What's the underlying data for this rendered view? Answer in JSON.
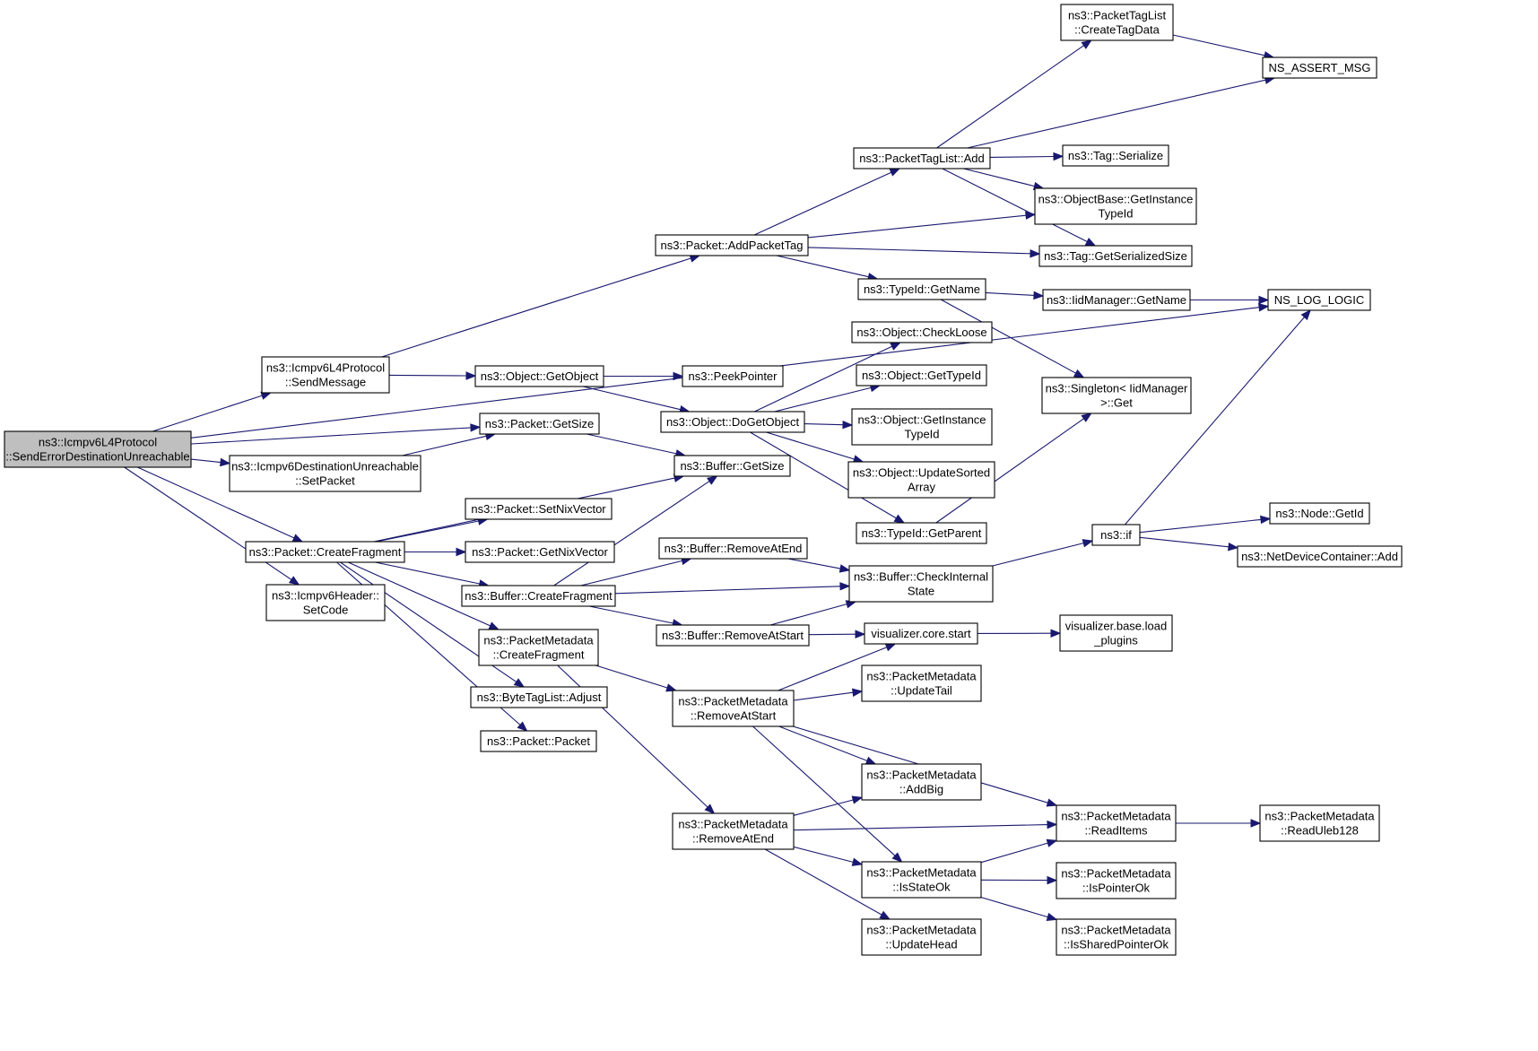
{
  "nodes": [
    {
      "id": "root",
      "lines": [
        "ns3::Icmpv6L4Protocol",
        "::SendErrorDestinationUnreachable"
      ],
      "style": "highlight"
    },
    {
      "id": "sendmessage",
      "lines": [
        "ns3::Icmpv6L4Protocol",
        "::SendMessage"
      ],
      "style": "normal"
    },
    {
      "id": "pkt_getsize",
      "lines": [
        "ns3::Packet::GetSize"
      ],
      "style": "normal"
    },
    {
      "id": "du_setpacket",
      "lines": [
        "ns3::Icmpv6DestinationUnreachable",
        "::SetPacket"
      ],
      "style": "normal"
    },
    {
      "id": "createfragment",
      "lines": [
        "ns3::Packet::CreateFragment"
      ],
      "style": "normal"
    },
    {
      "id": "setcode",
      "lines": [
        "ns3::Icmpv6Header::",
        "SetCode"
      ],
      "style": "normal"
    },
    {
      "id": "addpackettag",
      "lines": [
        "ns3::Packet::AddPacketTag"
      ],
      "style": "normal"
    },
    {
      "id": "getobject",
      "lines": [
        "ns3::Object::GetObject"
      ],
      "style": "normal"
    },
    {
      "id": "peekpointer",
      "lines": [
        "ns3::PeekPointer"
      ],
      "style": "normal"
    },
    {
      "id": "dogetobject",
      "lines": [
        "ns3::Object::DoGetObject"
      ],
      "style": "normal"
    },
    {
      "id": "buf_getsize",
      "lines": [
        "ns3::Buffer::GetSize"
      ],
      "style": "normal"
    },
    {
      "id": "setnix",
      "lines": [
        "ns3::Packet::SetNixVector"
      ],
      "style": "normal"
    },
    {
      "id": "getnix",
      "lines": [
        "ns3::Packet::GetNixVector"
      ],
      "style": "normal"
    },
    {
      "id": "buf_createfragment",
      "lines": [
        "ns3::Buffer::CreateFragment"
      ],
      "style": "normal"
    },
    {
      "id": "pm_createfragment",
      "lines": [
        "ns3::PacketMetadata",
        "::CreateFragment"
      ],
      "style": "normal"
    },
    {
      "id": "bytetag_adjust",
      "lines": [
        "ns3::ByteTagList::Adjust"
      ],
      "style": "normal"
    },
    {
      "id": "pkt_packet",
      "lines": [
        "ns3::Packet::Packet"
      ],
      "style": "normal"
    },
    {
      "id": "ptl_add",
      "lines": [
        "ns3::PacketTagList::Add"
      ],
      "style": "normal"
    },
    {
      "id": "typeid_getname",
      "lines": [
        "ns3::TypeId::GetName"
      ],
      "style": "normal"
    },
    {
      "id": "checkloose",
      "lines": [
        "ns3::Object::CheckLoose"
      ],
      "style": "red"
    },
    {
      "id": "obj_gettypeid",
      "lines": [
        "ns3::Object::GetTypeId"
      ],
      "style": "red"
    },
    {
      "id": "obj_getinstancetypeid",
      "lines": [
        "ns3::Object::GetInstance",
        "TypeId"
      ],
      "style": "normal"
    },
    {
      "id": "updatesorted",
      "lines": [
        "ns3::Object::UpdateSorted",
        "Array"
      ],
      "style": "normal"
    },
    {
      "id": "typeid_getparent",
      "lines": [
        "ns3::TypeId::GetParent"
      ],
      "style": "red"
    },
    {
      "id": "buf_removeatend",
      "lines": [
        "ns3::Buffer::RemoveAtEnd"
      ],
      "style": "normal"
    },
    {
      "id": "buf_removeatstart",
      "lines": [
        "ns3::Buffer::RemoveAtStart"
      ],
      "style": "normal"
    },
    {
      "id": "pm_removeatstart",
      "lines": [
        "ns3::PacketMetadata",
        "::RemoveAtStart"
      ],
      "style": "normal"
    },
    {
      "id": "pm_removeatend",
      "lines": [
        "ns3::PacketMetadata",
        "::RemoveAtEnd"
      ],
      "style": "normal"
    },
    {
      "id": "ptl_createtagdata",
      "lines": [
        "ns3::PacketTagList",
        "::CreateTagData"
      ],
      "style": "normal"
    },
    {
      "id": "tag_serialize",
      "lines": [
        "ns3::Tag::Serialize"
      ],
      "style": "normal"
    },
    {
      "id": "ob_getinstancetypeid",
      "lines": [
        "ns3::ObjectBase::GetInstance",
        "TypeId"
      ],
      "style": "normal"
    },
    {
      "id": "tag_getserializedsize",
      "lines": [
        "ns3::Tag::GetSerializedSize"
      ],
      "style": "normal"
    },
    {
      "id": "iidmanager_getname",
      "lines": [
        "ns3::IidManager::GetName"
      ],
      "style": "red"
    },
    {
      "id": "singleton_get",
      "lines": [
        "ns3::Singleton< IidManager",
        ">::Get"
      ],
      "style": "normal"
    },
    {
      "id": "buf_checkinternal",
      "lines": [
        "ns3::Buffer::CheckInternal",
        "State"
      ],
      "style": "normal"
    },
    {
      "id": "vis_core_start",
      "lines": [
        "visualizer.core.start"
      ],
      "style": "normal"
    },
    {
      "id": "pm_updatetail",
      "lines": [
        "ns3::PacketMetadata",
        "::UpdateTail"
      ],
      "style": "red"
    },
    {
      "id": "pm_addbig",
      "lines": [
        "ns3::PacketMetadata",
        "::AddBig"
      ],
      "style": "red"
    },
    {
      "id": "pm_isstateok",
      "lines": [
        "ns3::PacketMetadata",
        "::IsStateOk"
      ],
      "style": "normal"
    },
    {
      "id": "pm_updatehead",
      "lines": [
        "ns3::PacketMetadata",
        "::UpdateHead"
      ],
      "style": "red"
    },
    {
      "id": "ns_assert_msg",
      "lines": [
        "NS_ASSERT_MSG"
      ],
      "style": "normal"
    },
    {
      "id": "ns_log_logic",
      "lines": [
        "NS_LOG_LOGIC"
      ],
      "style": "normal"
    },
    {
      "id": "ns3_if",
      "lines": [
        "ns3::if"
      ],
      "style": "normal"
    },
    {
      "id": "vis_base_load",
      "lines": [
        "visualizer.base.load",
        "_plugins"
      ],
      "style": "red"
    },
    {
      "id": "pm_readitems",
      "lines": [
        "ns3::PacketMetadata",
        "::ReadItems"
      ],
      "style": "normal"
    },
    {
      "id": "pm_ispointerok",
      "lines": [
        "ns3::PacketMetadata",
        "::IsPointerOk"
      ],
      "style": "normal"
    },
    {
      "id": "pm_issharedpointerok",
      "lines": [
        "ns3::PacketMetadata",
        "::IsSharedPointerOk"
      ],
      "style": "normal"
    },
    {
      "id": "node_getid",
      "lines": [
        "ns3::Node::GetId"
      ],
      "style": "normal"
    },
    {
      "id": "ndc_add",
      "lines": [
        "ns3::NetDeviceContainer::Add"
      ],
      "style": "red"
    },
    {
      "id": "pm_readuleb128",
      "lines": [
        "ns3::PacketMetadata",
        "::ReadUleb128"
      ],
      "style": "normal"
    }
  ],
  "edges": [
    [
      "root",
      "sendmessage"
    ],
    [
      "root",
      "pkt_getsize"
    ],
    [
      "root",
      "du_setpacket"
    ],
    [
      "root",
      "createfragment"
    ],
    [
      "root",
      "setcode"
    ],
    [
      "root",
      "ns_log_logic"
    ],
    [
      "sendmessage",
      "addpackettag"
    ],
    [
      "sendmessage",
      "getobject"
    ],
    [
      "du_setpacket",
      "pkt_getsize"
    ],
    [
      "pkt_getsize",
      "buf_getsize"
    ],
    [
      "createfragment",
      "buf_getsize"
    ],
    [
      "createfragment",
      "setnix"
    ],
    [
      "createfragment",
      "getnix"
    ],
    [
      "createfragment",
      "buf_createfragment"
    ],
    [
      "createfragment",
      "pm_createfragment"
    ],
    [
      "createfragment",
      "bytetag_adjust"
    ],
    [
      "createfragment",
      "pkt_packet"
    ],
    [
      "addpackettag",
      "ptl_add"
    ],
    [
      "addpackettag",
      "ob_getinstancetypeid"
    ],
    [
      "addpackettag",
      "tag_getserializedsize"
    ],
    [
      "addpackettag",
      "typeid_getname"
    ],
    [
      "getobject",
      "peekpointer"
    ],
    [
      "getobject",
      "dogetobject"
    ],
    [
      "dogetobject",
      "checkloose"
    ],
    [
      "dogetobject",
      "obj_gettypeid"
    ],
    [
      "dogetobject",
      "obj_getinstancetypeid"
    ],
    [
      "dogetobject",
      "updatesorted"
    ],
    [
      "dogetobject",
      "typeid_getparent"
    ],
    [
      "buf_createfragment",
      "buf_getsize"
    ],
    [
      "buf_createfragment",
      "buf_removeatend"
    ],
    [
      "buf_createfragment",
      "buf_checkinternal"
    ],
    [
      "buf_createfragment",
      "buf_removeatstart"
    ],
    [
      "pm_createfragment",
      "pm_removeatstart"
    ],
    [
      "pm_createfragment",
      "pm_removeatend"
    ],
    [
      "ptl_add",
      "ptl_createtagdata"
    ],
    [
      "ptl_add",
      "ns_assert_msg"
    ],
    [
      "ptl_add",
      "tag_serialize"
    ],
    [
      "ptl_add",
      "ob_getinstancetypeid"
    ],
    [
      "ptl_add",
      "tag_getserializedsize"
    ],
    [
      "ptl_createtagdata",
      "ns_assert_msg"
    ],
    [
      "typeid_getname",
      "iidmanager_getname"
    ],
    [
      "typeid_getname",
      "singleton_get"
    ],
    [
      "iidmanager_getname",
      "ns_log_logic"
    ],
    [
      "typeid_getparent",
      "singleton_get"
    ],
    [
      "buf_removeatend",
      "buf_checkinternal"
    ],
    [
      "buf_removeatstart",
      "buf_checkinternal"
    ],
    [
      "buf_removeatstart",
      "vis_core_start"
    ],
    [
      "buf_checkinternal",
      "ns3_if"
    ],
    [
      "ns3_if",
      "ns_log_logic"
    ],
    [
      "ns3_if",
      "node_getid"
    ],
    [
      "ns3_if",
      "ndc_add"
    ],
    [
      "vis_core_start",
      "vis_base_load"
    ],
    [
      "pm_removeatstart",
      "vis_core_start"
    ],
    [
      "pm_removeatstart",
      "pm_updatetail"
    ],
    [
      "pm_removeatstart",
      "pm_addbig"
    ],
    [
      "pm_removeatstart",
      "pm_readitems"
    ],
    [
      "pm_removeatstart",
      "pm_isstateok"
    ],
    [
      "pm_removeatend",
      "pm_addbig"
    ],
    [
      "pm_removeatend",
      "pm_readitems"
    ],
    [
      "pm_removeatend",
      "pm_isstateok"
    ],
    [
      "pm_removeatend",
      "pm_updatehead"
    ],
    [
      "pm_isstateok",
      "pm_readitems"
    ],
    [
      "pm_isstateok",
      "pm_ispointerok"
    ],
    [
      "pm_isstateok",
      "pm_issharedpointerok"
    ],
    [
      "pm_readitems",
      "pm_readuleb128"
    ]
  ],
  "colors": {
    "edge": "#191970",
    "highlight_fill": "#bfbfbf",
    "red_border": "#ff0000",
    "normal_border": "#000000"
  }
}
